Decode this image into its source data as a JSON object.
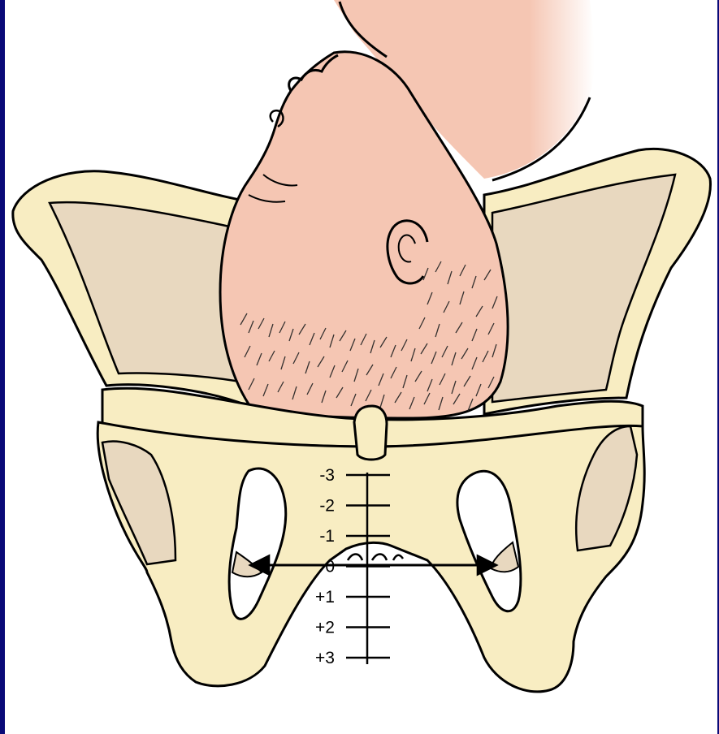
{
  "figure": {
    "colors": {
      "border": "#0a0a78",
      "background": "#ffffff",
      "bone": "#f8edc2",
      "bone_shadow": "#e8d8bf",
      "skin": "#f5c6b3",
      "outline": "#000000",
      "hole": "#ffffff"
    },
    "station_scale": {
      "labels": [
        "-3",
        "-2",
        "-1",
        "0",
        "+1",
        "+2",
        "+3"
      ]
    },
    "icons": [
      "double-arrow-icon"
    ]
  }
}
